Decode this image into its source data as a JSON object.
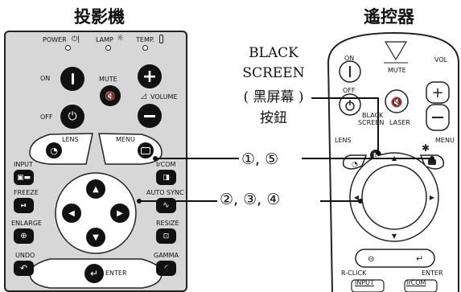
{
  "headings": {
    "projector": "投影機",
    "remote": "遙控器"
  },
  "callout": {
    "line1": "BLACK",
    "line2": "SCREEN",
    "line3": "( 黑屏幕 )",
    "line4": "按鈕"
  },
  "numbers": {
    "row1": "①, ⑤",
    "row2": "②, ③, ④"
  },
  "projector": {
    "power": "POWER",
    "lamp": "LAMP",
    "temp": "TEMP.",
    "on": "ON",
    "off": "OFF",
    "mute": "MUTE",
    "volume": "VOLUME",
    "lens": "LENS",
    "menu": "MENU",
    "input": "INPUT",
    "ircom": "IrCOM",
    "freeze": "FREEZE",
    "auto_sync": "AUTO SYNC",
    "enlarge": "ENLARGE",
    "resize": "RESIZE",
    "undo": "UNDO",
    "gamma": "GAMMA",
    "enter": "ENTER"
  },
  "remote": {
    "on": "ON",
    "off": "OFF",
    "mute": "MUTE",
    "vol": "VOL",
    "black_screen_1": "BLACK",
    "black_screen_2": "SCREEN",
    "laser": "LASER",
    "lens": "LENS",
    "menu": "MENU",
    "black_key": "B",
    "r_click": "R-CLICK",
    "enter": "ENTER",
    "input": "INPUT",
    "ircom": "IrCOM"
  }
}
